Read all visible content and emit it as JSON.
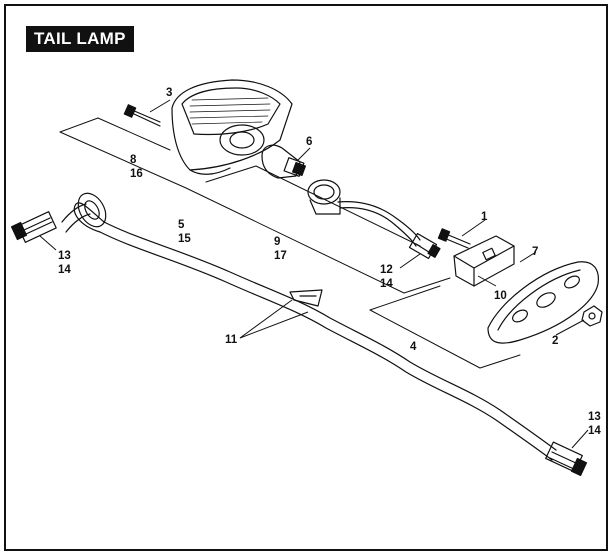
{
  "title": "TAIL LAMP",
  "callouts": {
    "c1": "1",
    "c2": "2",
    "c3": "3",
    "c4": "4",
    "c5": "5",
    "c15": "15",
    "c6": "6",
    "c7": "7",
    "c8": "8",
    "c16": "16",
    "c9": "9",
    "c17": "17",
    "c10": "10",
    "c11": "11",
    "c12": "12",
    "c14a": "14",
    "c13l": "13",
    "c14l": "14",
    "c13r": "13",
    "c14r": "14"
  },
  "colors": {
    "ink": "#111111",
    "paper": "#ffffff"
  }
}
